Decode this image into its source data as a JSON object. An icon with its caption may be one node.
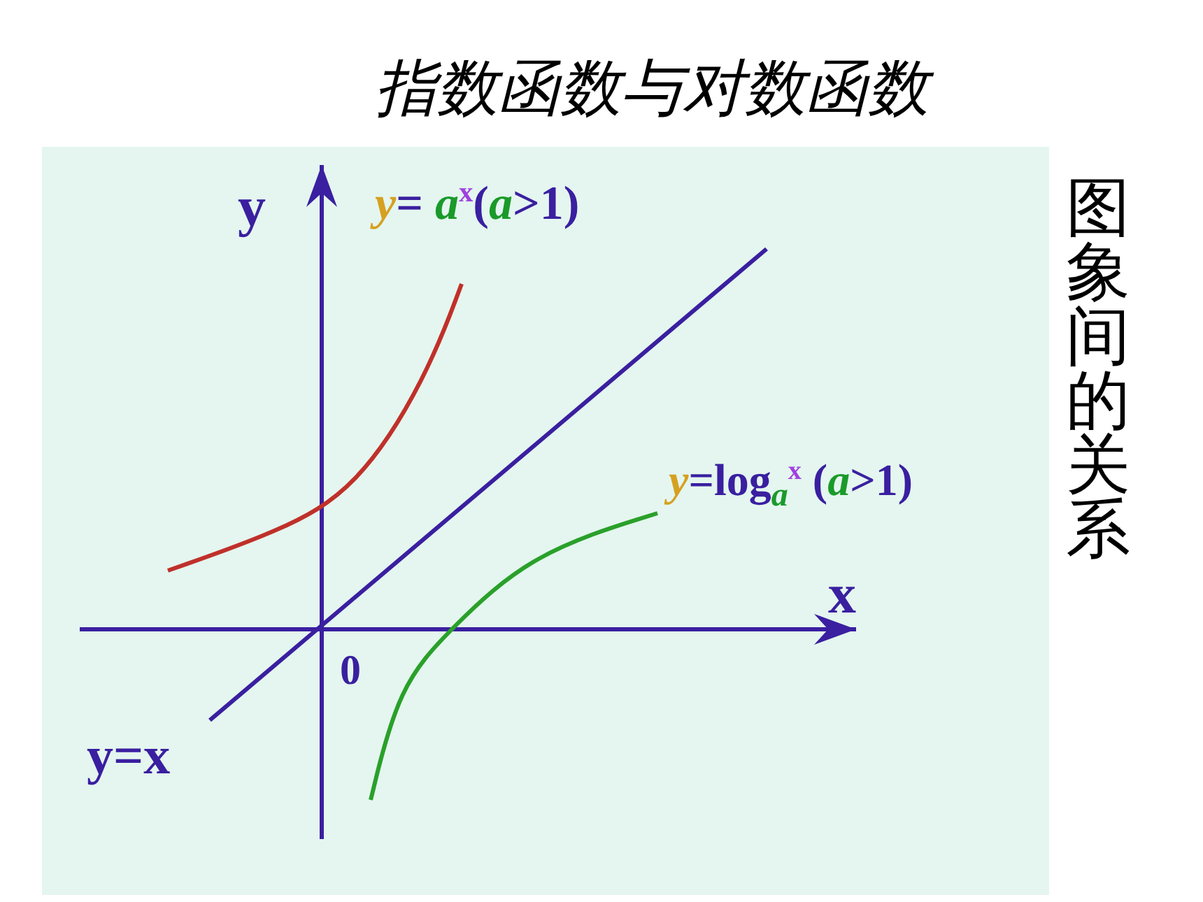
{
  "diagram": {
    "title": "指数函数与对数函数",
    "labels": [
      "图象间的关系",
      "y",
      "*y*= *a*$^{x}$(*a*>1)",
      "*y*=log$_{a}$$^{x}$ (*a*>1)",
      "x",
      "0",
      "y=x"
    ]
  }
}
